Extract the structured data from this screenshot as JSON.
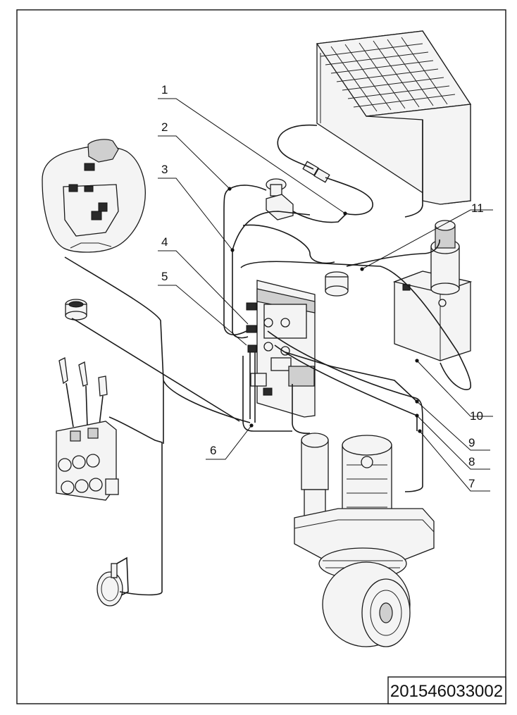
{
  "drawing_number": "201546033002",
  "callouts": [
    "1",
    "2",
    "3",
    "4",
    "5",
    "6",
    "7",
    "8",
    "9",
    "10",
    "11"
  ]
}
